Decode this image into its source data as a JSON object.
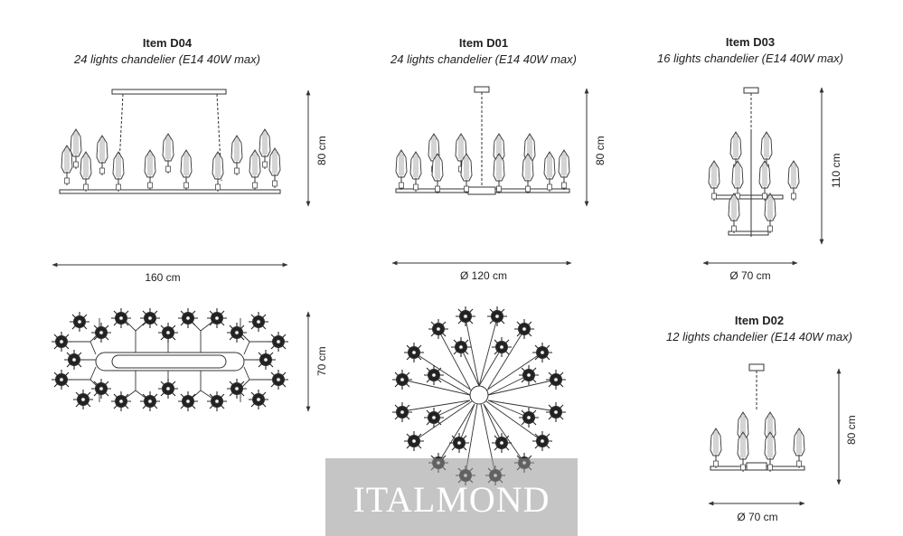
{
  "items": {
    "d04": {
      "title": "Item D04",
      "subtitle": "24 lights chandelier (E14 40W max)",
      "width": "160 cm",
      "height": "80 cm",
      "depth": "70 cm"
    },
    "d01": {
      "title": "Item D01",
      "subtitle": "24 lights chandelier (E14 40W max)",
      "width": "Ø 120 cm",
      "height": "80 cm"
    },
    "d03": {
      "title": "Item D03",
      "subtitle": "16 lights chandelier (E14 40W max)",
      "width": "Ø 70 cm",
      "height": "110 cm"
    },
    "d02": {
      "title": "Item D02",
      "subtitle": "12 lights chandelier (E14 40W max)",
      "width": "Ø 70 cm",
      "height": "80 cm"
    }
  },
  "watermark": {
    "text": "ITALMOND"
  },
  "colors": {
    "line": "#333333",
    "watermark_bg": "#969696"
  }
}
